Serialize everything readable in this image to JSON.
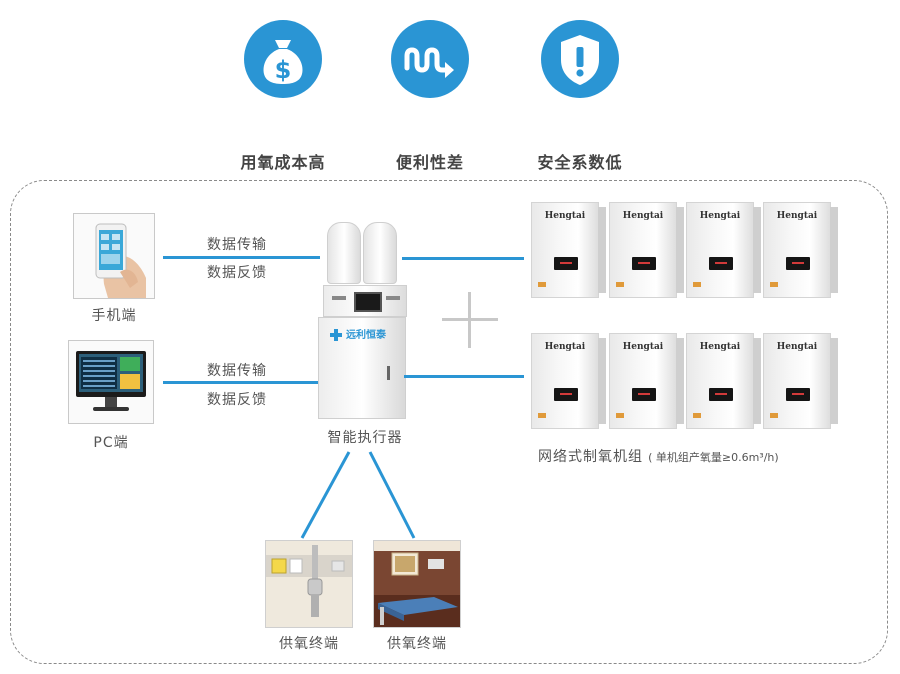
{
  "features": [
    {
      "icon": "money-bag-icon",
      "label": "用氧成本高"
    },
    {
      "icon": "wave-arrow-icon",
      "label": "便利性差"
    },
    {
      "icon": "warning-shield-icon",
      "label": "安全系数低"
    }
  ],
  "clients": {
    "phone_label": "手机端",
    "pc_label": "PC端"
  },
  "links": {
    "phone": {
      "line1": "数据传输",
      "line2": "数据反馈"
    },
    "pc": {
      "line1": "数据传输",
      "line2": "数据反馈"
    }
  },
  "executor": {
    "label": "智能执行器",
    "logo_text": "远利恒泰"
  },
  "generator_group": {
    "brand": "Hengtai",
    "label": "网络式制氧机组",
    "note": "( 单机组产氧量≥0.6m³/h)"
  },
  "terminals": [
    {
      "label": "供氧终端"
    },
    {
      "label": "供氧终端"
    }
  ],
  "colors": {
    "accent": "#2a95d4",
    "plus": "#c8c8c8"
  }
}
